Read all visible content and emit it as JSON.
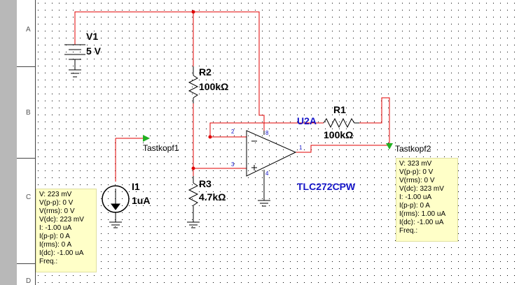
{
  "ruler": {
    "rows": [
      "A",
      "B",
      "C",
      "D"
    ]
  },
  "components": {
    "v1": {
      "ref": "V1",
      "value": "5 V"
    },
    "r2": {
      "ref": "R2",
      "value": "100kΩ"
    },
    "r1": {
      "ref": "R1",
      "value": "100kΩ"
    },
    "r3": {
      "ref": "R3",
      "value": "4.7kΩ"
    },
    "i1": {
      "ref": "I1",
      "value": "1uA"
    },
    "u2a": {
      "ref": "U2A",
      "part": "TLC272CPW"
    }
  },
  "pins": {
    "inv": "2",
    "noninv": "3",
    "out": "1",
    "vcc": "8",
    "gnd": "4"
  },
  "probes": {
    "p1": {
      "name": "Tastkopf1",
      "lines": [
        "V: 223 mV",
        "V(p-p): 0 V",
        "V(rms): 0 V",
        "V(dc): 223 mV",
        "I: -1.00 uA",
        "I(p-p): 0 A",
        "I(rms): 0 A",
        "I(dc): -1.00 uA",
        "Freq.:"
      ]
    },
    "p2": {
      "name": "Tastkopf2",
      "lines": [
        "V: 323 mV",
        "V(p-p): 0 V",
        "V(rms): 0 V",
        "V(dc): 323 mV",
        "I: -1.00 uA",
        "I(p-p): 0 A",
        "I(rms): 1.00 uA",
        "I(dc): -1.00 uA",
        "Freq.:"
      ]
    }
  },
  "colors": {
    "wire": "#e00000",
    "component": "#000000",
    "opamp_label": "#1414c8",
    "probe_arrow": "#22b022",
    "probe_box": "#ffffc8"
  }
}
